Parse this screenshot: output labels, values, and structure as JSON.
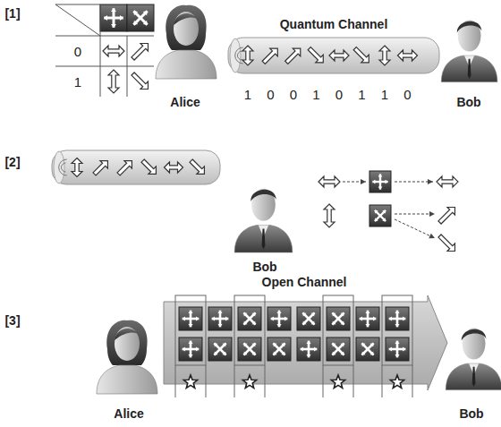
{
  "diagram": {
    "nodes": [
      {
        "text": [
          "Quantum Channel"
        ]
      },
      {
        "text": [
          "Open Channel"
        ]
      }
    ],
    "labels": [
      "[1]",
      "0",
      "1",
      "Alice",
      "1",
      "0",
      "0",
      "1",
      "0",
      "1",
      "1",
      "0",
      "Bob",
      "[2]",
      "Bob",
      "[3]",
      "Alice",
      "Bob"
    ]
  }
}
